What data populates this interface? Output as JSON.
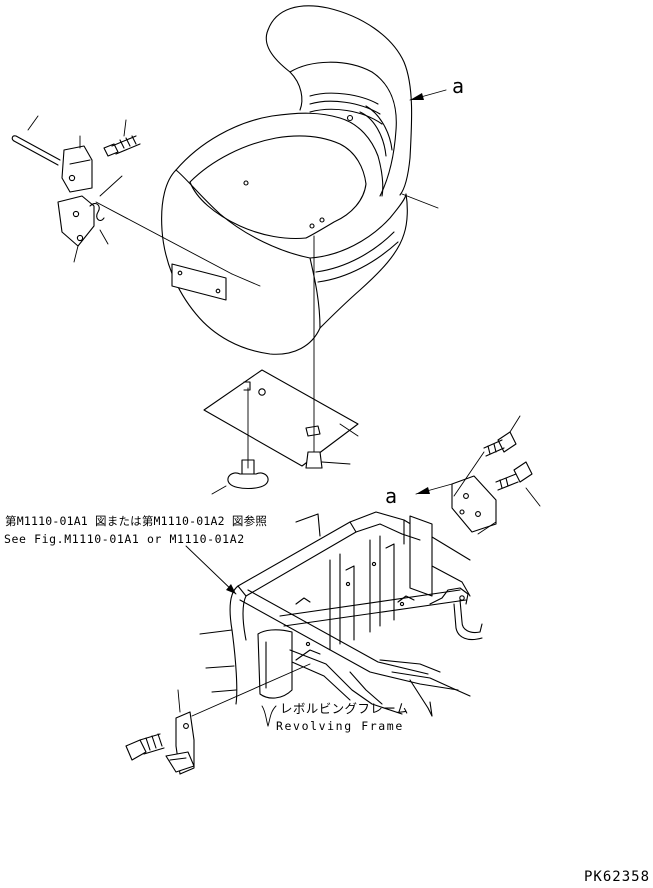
{
  "diagram": {
    "callout_upper": "a",
    "callout_lower": "a",
    "reference_ja": "第M1110-01A1 図または第M1110-01A2 図参照",
    "reference_en": "See Fig.M1110-01A1 or M1110-01A2",
    "frame_label_ja": "レボルビングフレーム",
    "frame_label_en": "Revolving Frame",
    "drawing_number": "PK62358"
  }
}
